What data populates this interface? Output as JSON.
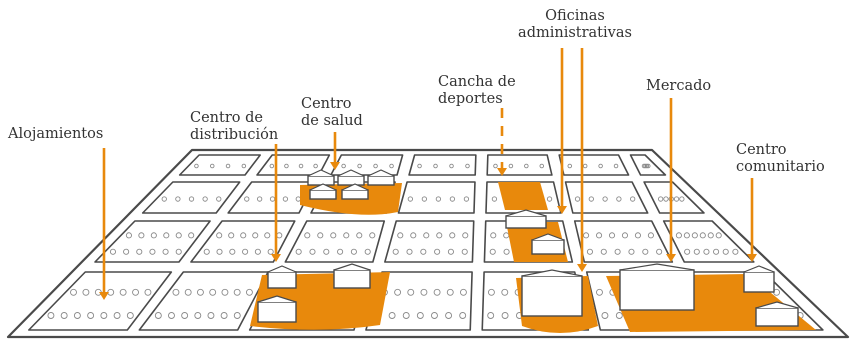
{
  "labels": {
    "alojamientos": "Alojamientos",
    "centro_distribucion": [
      "Centro de",
      "distribución"
    ],
    "centro_salud": [
      "Centro",
      "de salud"
    ],
    "cancha_deportes": [
      "Cancha de",
      "deportes"
    ],
    "oficinas_admin": [
      "Oficinas",
      "administrativas"
    ],
    "mercado": "Mercado",
    "centro_comunitario": [
      "Centro",
      "comunitario"
    ]
  },
  "colors": {
    "accent": "#E8890C",
    "line": "#4a4a4a",
    "text": "#333333",
    "background": "#ffffff"
  }
}
